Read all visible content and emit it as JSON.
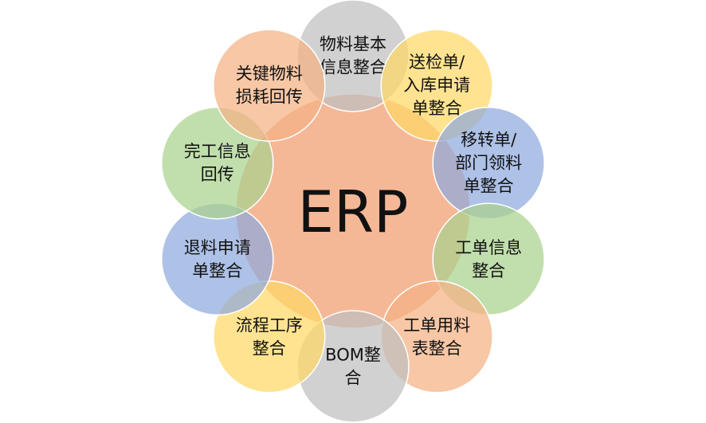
{
  "center": {
    "label": "ERP",
    "color": "#F5B896"
  },
  "nodes": [
    {
      "lines": [
        "物料基本",
        "信息整合"
      ],
      "color": "#BFBFBF"
    },
    {
      "lines": [
        "送检单/",
        "入库申请",
        "单整合"
      ],
      "color": "#FFD866"
    },
    {
      "lines": [
        "移转单/",
        "部门领料",
        "单整合"
      ],
      "color": "#8FA9DC"
    },
    {
      "lines": [
        "工单信息",
        "整合"
      ],
      "color": "#A9D18E"
    },
    {
      "lines": [
        "工单用料",
        "表整合"
      ],
      "color": "#F4B183"
    },
    {
      "lines": [
        "BOM整",
        "合"
      ],
      "color": "#BFBFBF"
    },
    {
      "lines": [
        "流程工序",
        "整合"
      ],
      "color": "#FFD866"
    },
    {
      "lines": [
        "退料申请",
        "单整合"
      ],
      "color": "#8FA9DC"
    },
    {
      "lines": [
        "完工信息",
        "回传"
      ],
      "color": "#A9D18E"
    },
    {
      "lines": [
        "关键物料",
        "损耗回传"
      ],
      "color": "#F4B183"
    }
  ]
}
